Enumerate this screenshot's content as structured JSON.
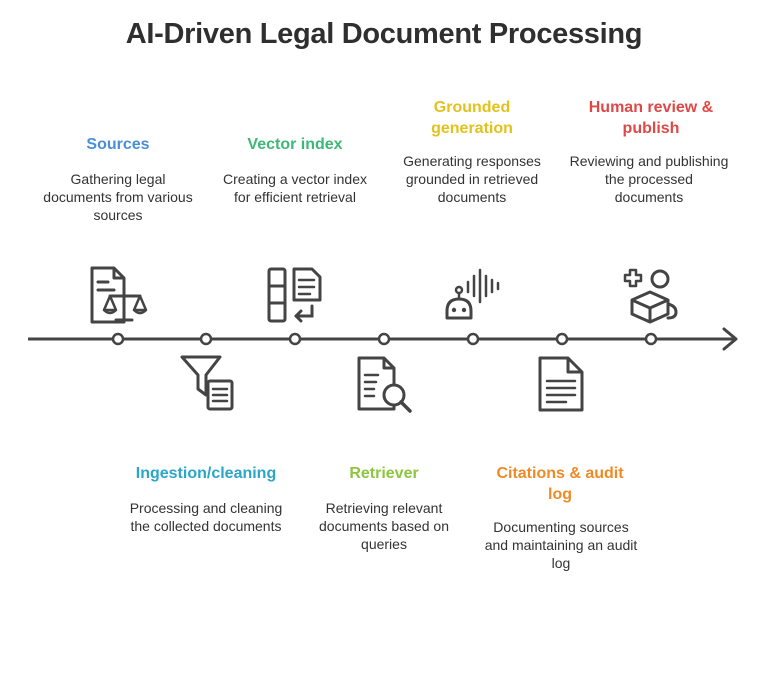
{
  "title": "AI-Driven Legal Document Processing",
  "steps": [
    {
      "title": "Sources",
      "description": "Gathering legal documents from various sources",
      "color": "#4a8fd6",
      "icon": "document-scales-icon"
    },
    {
      "title": "Ingestion/cleaning",
      "description": "Processing and cleaning the collected documents",
      "color": "#2aa6c8",
      "icon": "filter-document-icon"
    },
    {
      "title": "Vector index",
      "description": "Creating a vector index for efficient retrieval",
      "color": "#3cb878",
      "icon": "index-document-icon"
    },
    {
      "title": "Retriever",
      "description": "Retrieving relevant documents based on queries",
      "color": "#8cc63f",
      "icon": "document-search-icon"
    },
    {
      "title": "Grounded generation",
      "description": "Generating responses grounded in retrieved documents",
      "color": "#e3c21c",
      "icon": "robot-voice-icon"
    },
    {
      "title": "Citations & audit log",
      "description": "Documenting sources and maintaining an audit log",
      "color": "#f08a24",
      "icon": "document-icon"
    },
    {
      "title": "Human review & publish",
      "description": "Reviewing and publishing the processed documents",
      "color": "#e04848",
      "icon": "review-package-icon"
    }
  ]
}
